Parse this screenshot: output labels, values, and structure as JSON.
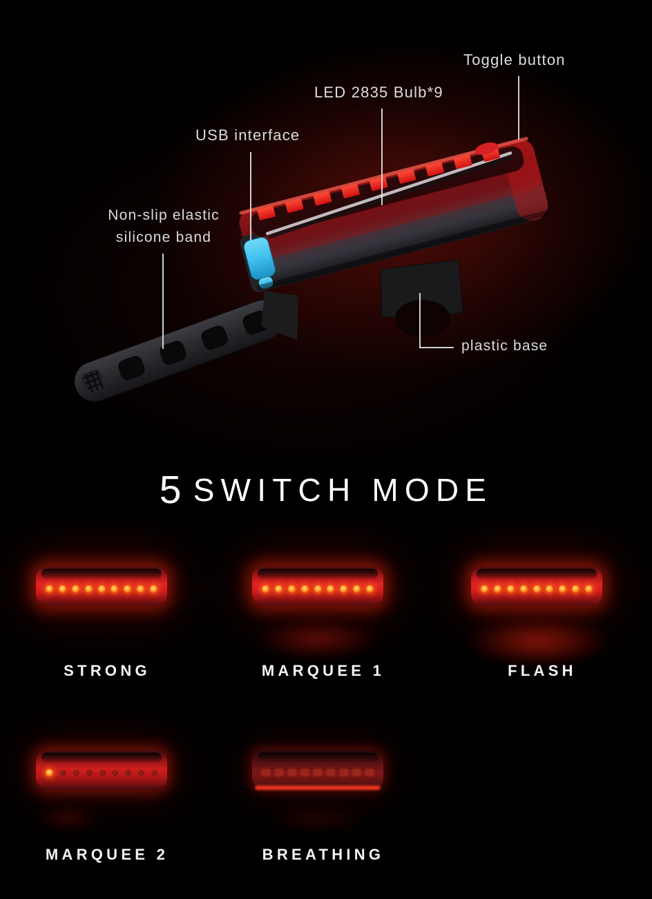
{
  "callouts": {
    "toggle_button": "Toggle button",
    "led": "LED 2835 Bulb*9",
    "usb": "USB interface",
    "band_line1": "Non-slip elastic",
    "band_line2": "silicone band",
    "plastic_base": "plastic base"
  },
  "heading": {
    "count": "5",
    "title": "SWITCH MODE"
  },
  "modes": [
    {
      "label": "STRONG"
    },
    {
      "label": "MARQUEE 1"
    },
    {
      "label": "FLASH"
    },
    {
      "label": "MARQUEE 2"
    },
    {
      "label": "BREATHING"
    }
  ],
  "device": {
    "led_count": "9",
    "colors": {
      "housing_red": "#8e181b",
      "led_chip": "#e52118",
      "led_glow_orange": "#ffa42a",
      "usb_blue": "#3ec0ee",
      "glow_red": "#ff2a14",
      "callout_text": "#dcdcdc",
      "heading_text": "#ffffff",
      "background": "#000000"
    }
  }
}
